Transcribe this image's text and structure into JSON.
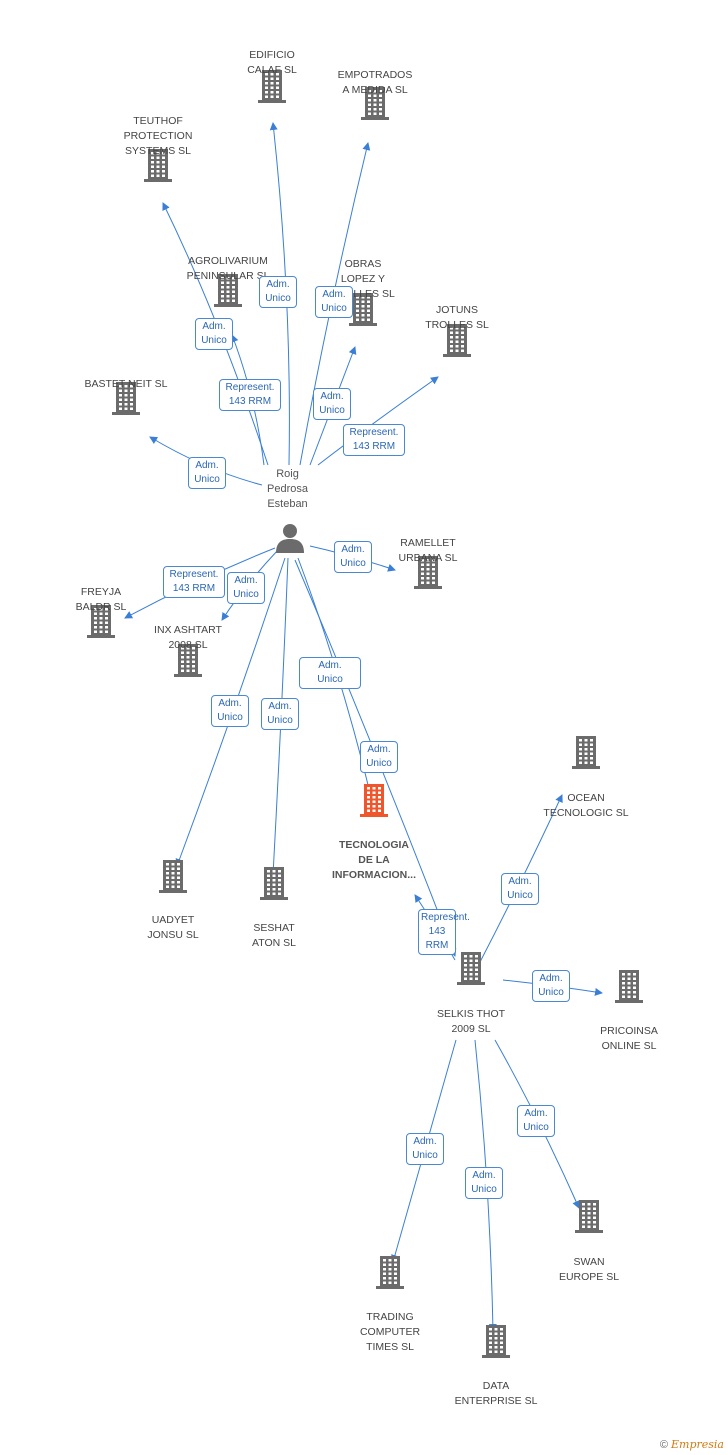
{
  "center": {
    "label": "Roig\nPedrosa\nEsteban"
  },
  "companies": [
    {
      "id": "edificio",
      "label": "EDIFICIO\nCALAF SL"
    },
    {
      "id": "empotrados",
      "label": "EMPOTRADOS\nA MEDIDA SL"
    },
    {
      "id": "teuthof",
      "label": "TEUTHOF\nPROTECTION\nSYSTEMS SL"
    },
    {
      "id": "agrolivarium",
      "label": "AGROLIVARIUM\nPENINSULAR SL"
    },
    {
      "id": "obras",
      "label": "OBRAS\nLOPEZ Y\nTROLLES SL"
    },
    {
      "id": "jotuns",
      "label": "JOTUNS\nTROLLES SL"
    },
    {
      "id": "bastet",
      "label": "BASTET NEIT SL"
    },
    {
      "id": "ramellet",
      "label": "RAMELLET\nURBANA SL"
    },
    {
      "id": "freyja",
      "label": "FREYJA\nBALDR SL"
    },
    {
      "id": "inx",
      "label": "INX ASHTART\n2008 SL"
    },
    {
      "id": "tecnologia",
      "label": "TECNOLOGIA\nDE LA\nINFORMACION..."
    },
    {
      "id": "ocean",
      "label": "OCEAN\nTECNOLOGIC SL"
    },
    {
      "id": "uadyet",
      "label": "UADYET\nJONSU SL"
    },
    {
      "id": "seshat",
      "label": "SESHAT\nATON SL"
    },
    {
      "id": "selkis",
      "label": "SELKIS THOT\n2009 SL"
    },
    {
      "id": "pricoinsa",
      "label": "PRICOINSA\nONLINE SL"
    },
    {
      "id": "swan",
      "label": "SWAN\nEUROPE SL"
    },
    {
      "id": "trading",
      "label": "TRADING\nCOMPUTER\nTIMES SL"
    },
    {
      "id": "data",
      "label": "DATA\nENTERPRISE SL"
    }
  ],
  "relations": [
    {
      "label": "Adm.\nUnico"
    },
    {
      "label": "Adm.\nUnico"
    },
    {
      "label": "Adm.\nUnico"
    },
    {
      "label": "Represent.\n143 RRM"
    },
    {
      "label": "Adm.\nUnico"
    },
    {
      "label": "Represent.\n143 RRM"
    },
    {
      "label": "Adm.\nUnico"
    },
    {
      "label": "Adm.\nUnico"
    },
    {
      "label": "Represent.\n143 RRM"
    },
    {
      "label": "Adm.\nUnico"
    },
    {
      "label": "Adm.\nUnico"
    },
    {
      "label": "Adm.\nUnico"
    },
    {
      "label": "Represent.\n143 RRM"
    },
    {
      "label": "Adm.\nUnico"
    },
    {
      "label": "Adm.\nUnico"
    },
    {
      "label": "Adm.\nUnico"
    },
    {
      "label": "Adm.\nUnico"
    },
    {
      "label": "Adm.\nUnico"
    },
    {
      "label": "Adm.\nUnico"
    },
    {
      "label": "Adm.\nUnico"
    }
  ],
  "colors": {
    "edge": "#3a7fd5",
    "building": "#6b6b6b",
    "highlight": "#f0562b",
    "tag_border": "#4a88d0"
  },
  "footer": {
    "copyright": "©",
    "brand": "Empresia"
  }
}
